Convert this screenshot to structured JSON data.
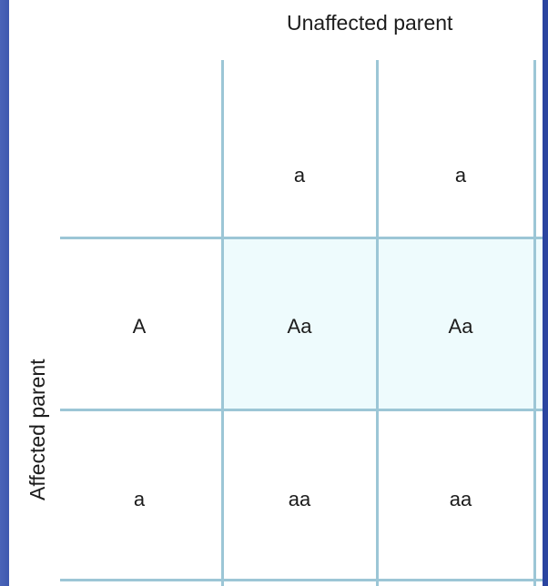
{
  "labels": {
    "top": "Unaffected parent",
    "left": "Affected parent"
  },
  "header_row": [
    "a",
    "a"
  ],
  "header_col": [
    "A",
    "a"
  ],
  "cells": [
    [
      "Aa",
      "Aa"
    ],
    [
      "aa",
      "aa"
    ]
  ],
  "colors": {
    "grid_line": "#9cc6d6",
    "highlight_fill": "#eefbfd",
    "background": "#2b45a0"
  }
}
